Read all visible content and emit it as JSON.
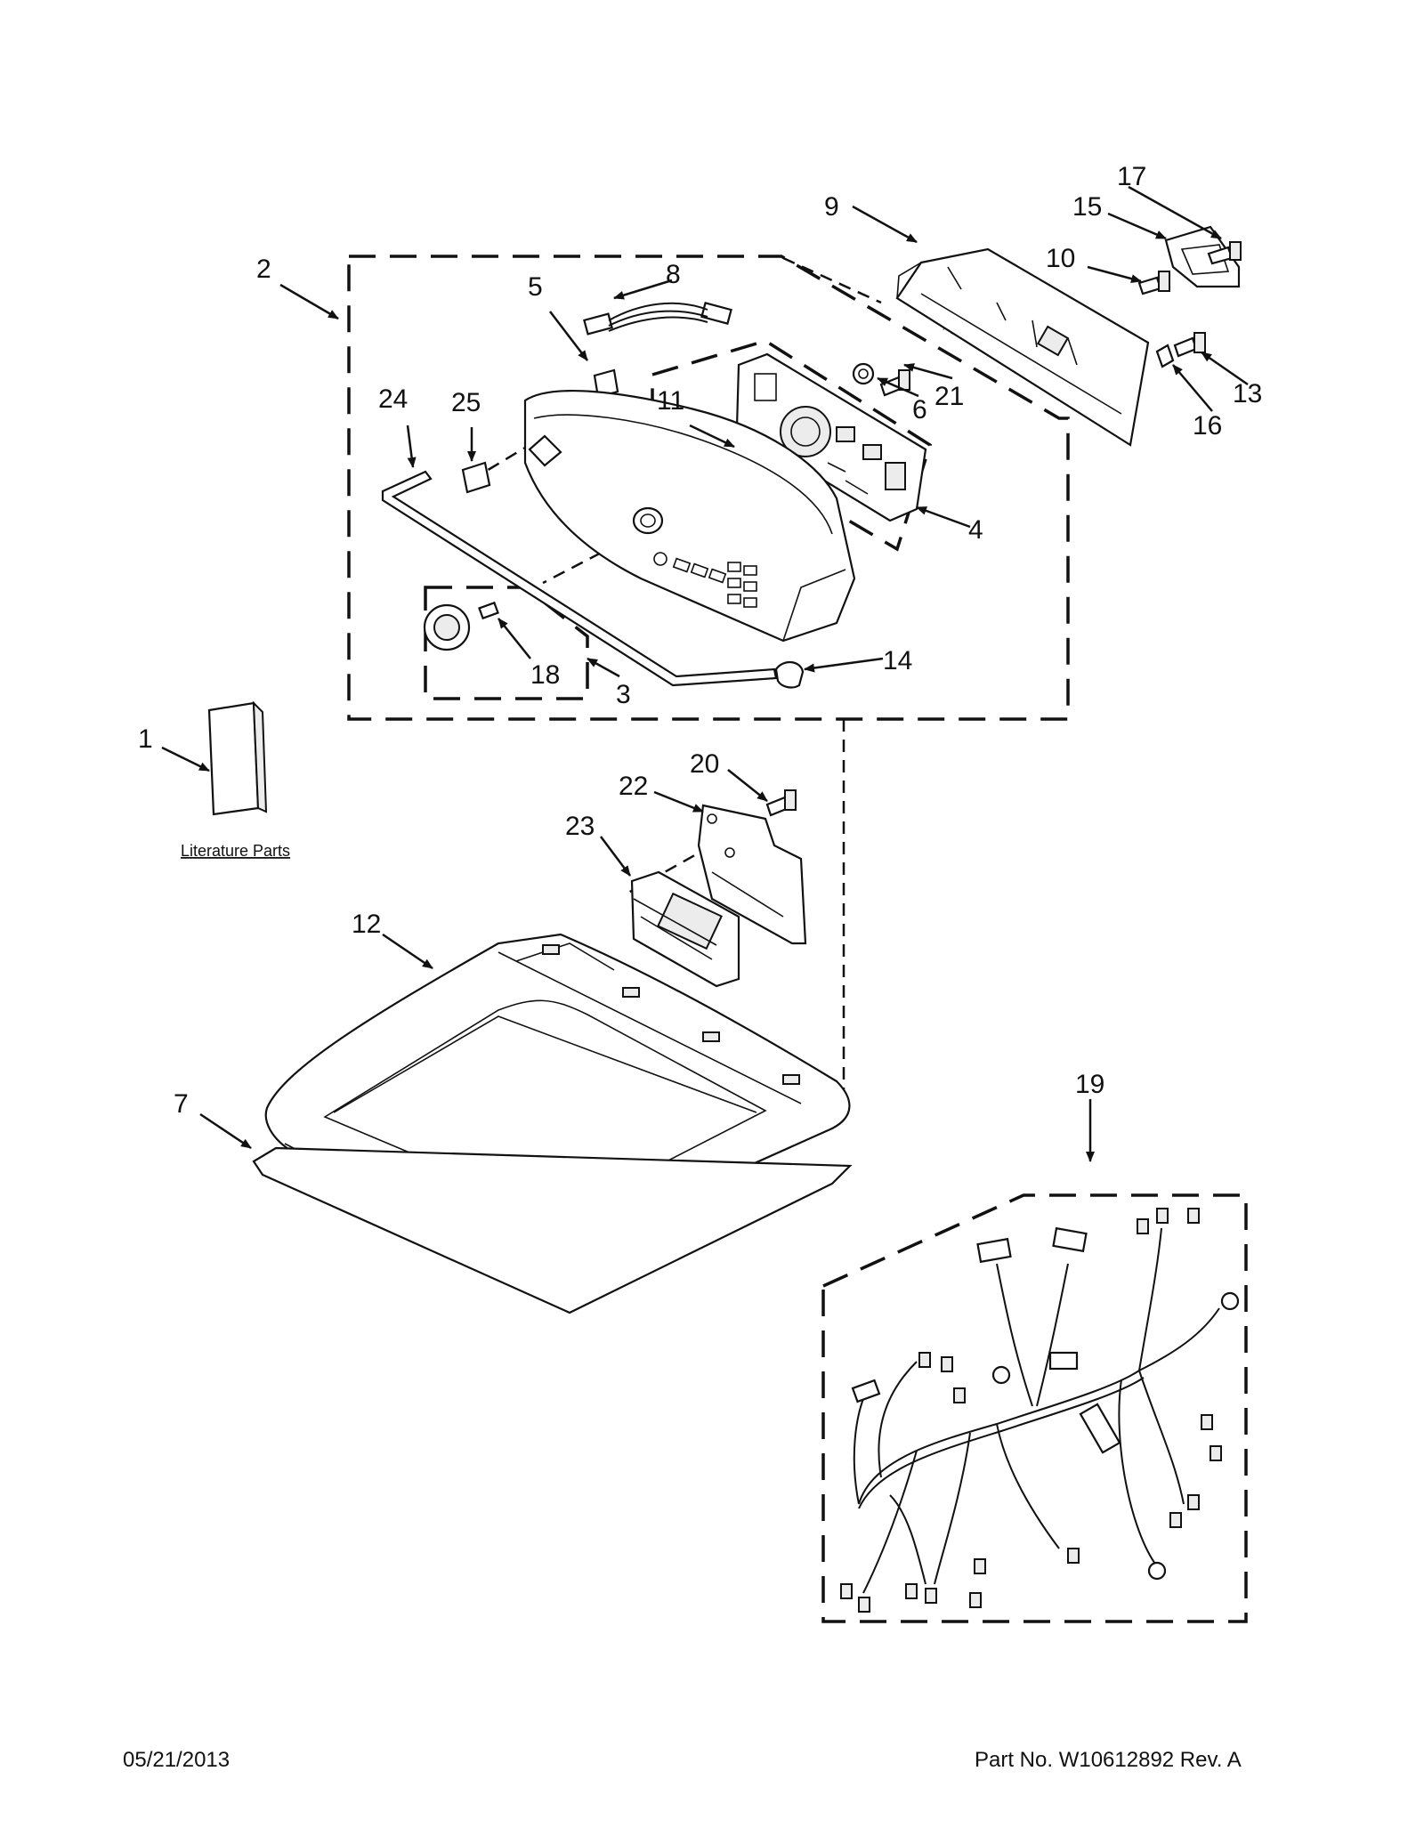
{
  "callouts": {
    "c1": "1",
    "c2": "2",
    "c3": "3",
    "c4": "4",
    "c5": "5",
    "c6": "6",
    "c7": "7",
    "c8": "8",
    "c9": "9",
    "c10": "10",
    "c11": "11",
    "c12": "12",
    "c13": "13",
    "c14": "14",
    "c15": "15",
    "c16": "16",
    "c17": "17",
    "c18": "18",
    "c19": "19",
    "c20": "20",
    "c21": "21",
    "c22": "22",
    "c23": "23",
    "c24": "24",
    "c25": "25"
  },
  "literature_label": "Literature Parts",
  "footer": {
    "date": "05/21/2013",
    "part_no": "Part No.  W10612892  Rev.  A"
  }
}
